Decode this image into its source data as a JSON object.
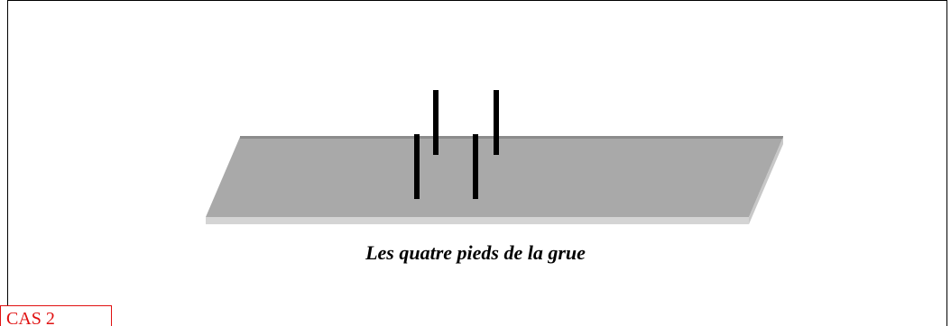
{
  "diagram": {
    "caption": "Les quatre pieds de la grue",
    "case_label": "CAS 2",
    "colors": {
      "platform_top": "#a9a9a9",
      "platform_top_edge": "#8c8c8c",
      "platform_front": "#d4d4d4",
      "platform_side": "#c8c8c8",
      "legs": "#000000",
      "case_text": "#e01010",
      "case_border": "#e01010"
    },
    "legs_count": 4
  }
}
